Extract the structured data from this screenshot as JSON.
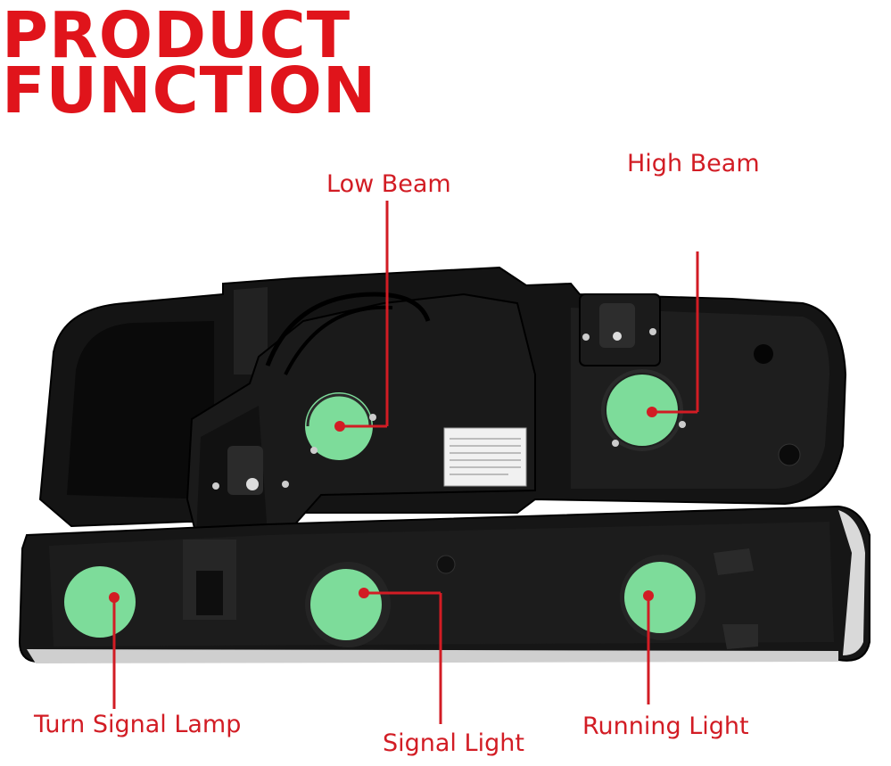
{
  "heading": {
    "line1": "PRODUCT",
    "line2": "FUNCTION"
  },
  "callouts": {
    "low_beam": "Low Beam",
    "high_beam": "High Beam",
    "turn_signal_lamp": "Turn Signal Lamp",
    "signal_light": "Signal Light",
    "running_light": "Running Light"
  },
  "colors": {
    "accent": "#e0141b",
    "bulb_socket": "#7ddc9a",
    "housing": "#141414"
  }
}
